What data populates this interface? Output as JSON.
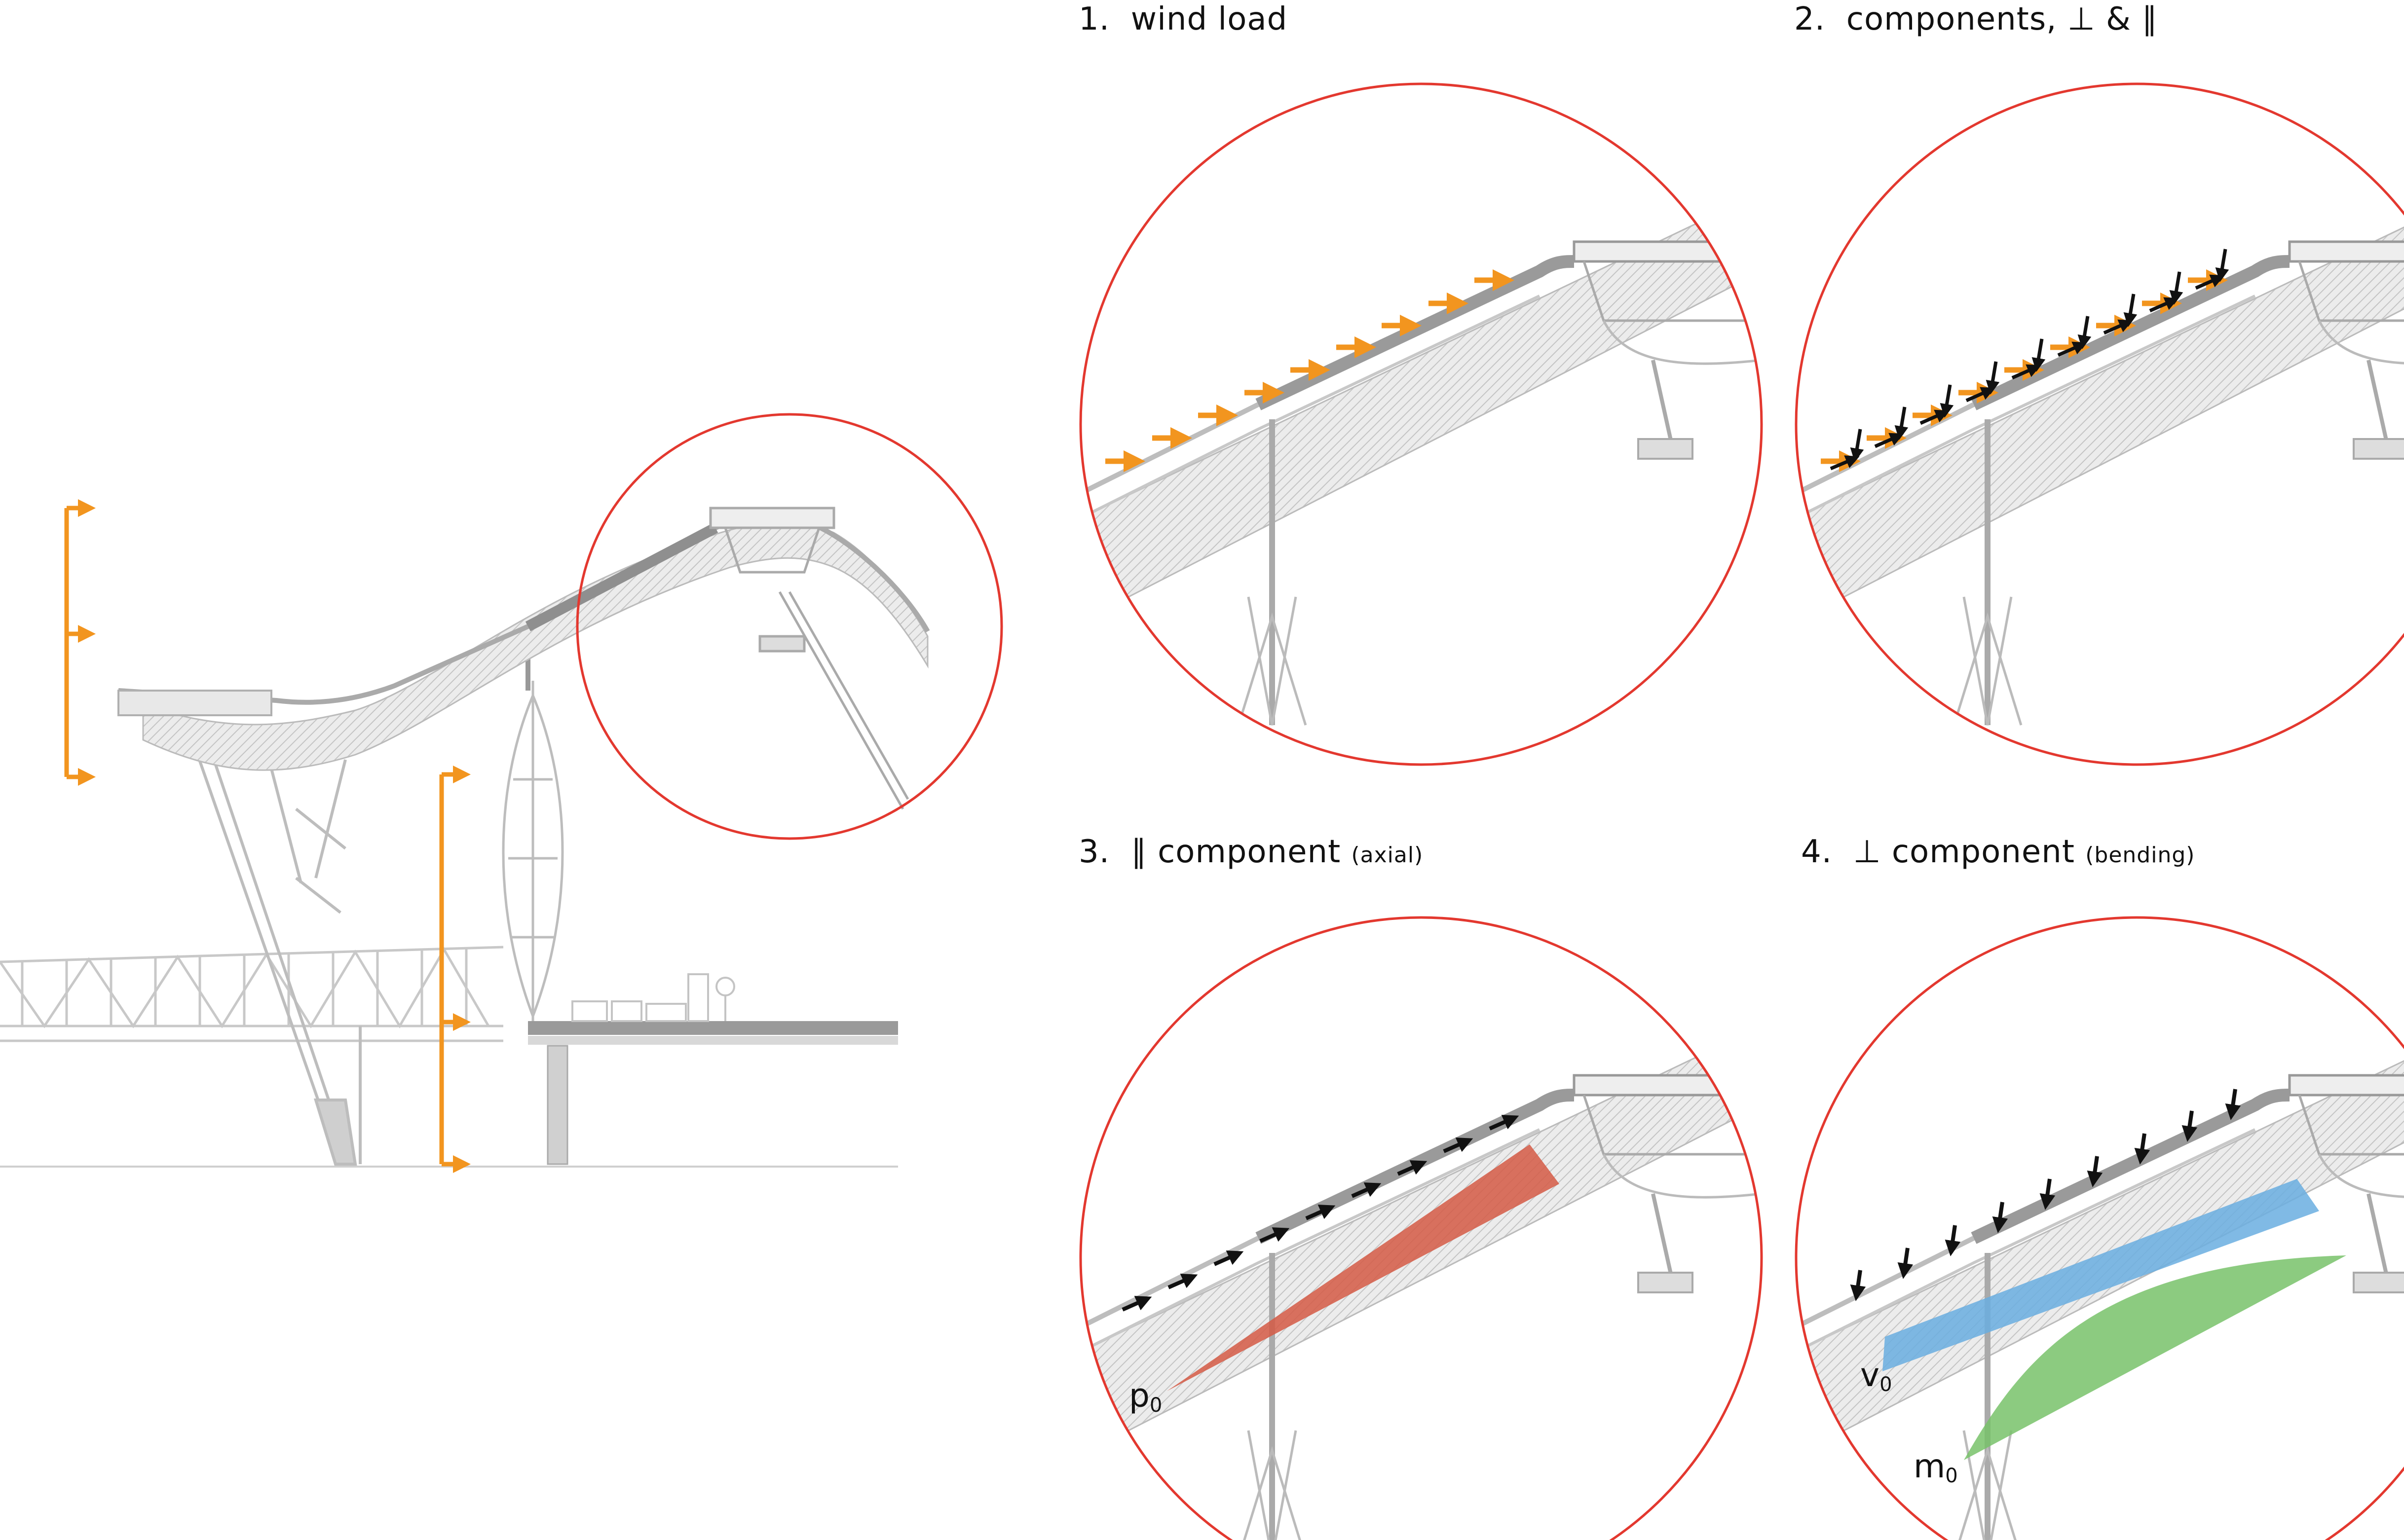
{
  "colors": {
    "circle": "#e3382f",
    "wind": "#f2951f",
    "structure": "#b8b8b8",
    "structure_dark": "#8a8a8a",
    "arrow_black": "#111111",
    "axial_fill": "#d55a45",
    "shear_fill": "#6aaee0",
    "moment_fill": "#78c26a"
  },
  "panels": [
    {
      "number": "1.",
      "title": "wind load",
      "sub": ""
    },
    {
      "number": "2.",
      "title": "components, ⊥ & ∥",
      "sub": ""
    },
    {
      "number": "3.",
      "title": "∥ component",
      "sub": "(axial)"
    },
    {
      "number": "4.",
      "title": "⊥ component",
      "sub": "(bending)"
    }
  ],
  "labels": {
    "axial": "p",
    "shear": "v",
    "moment": "m",
    "subscript": "0"
  }
}
